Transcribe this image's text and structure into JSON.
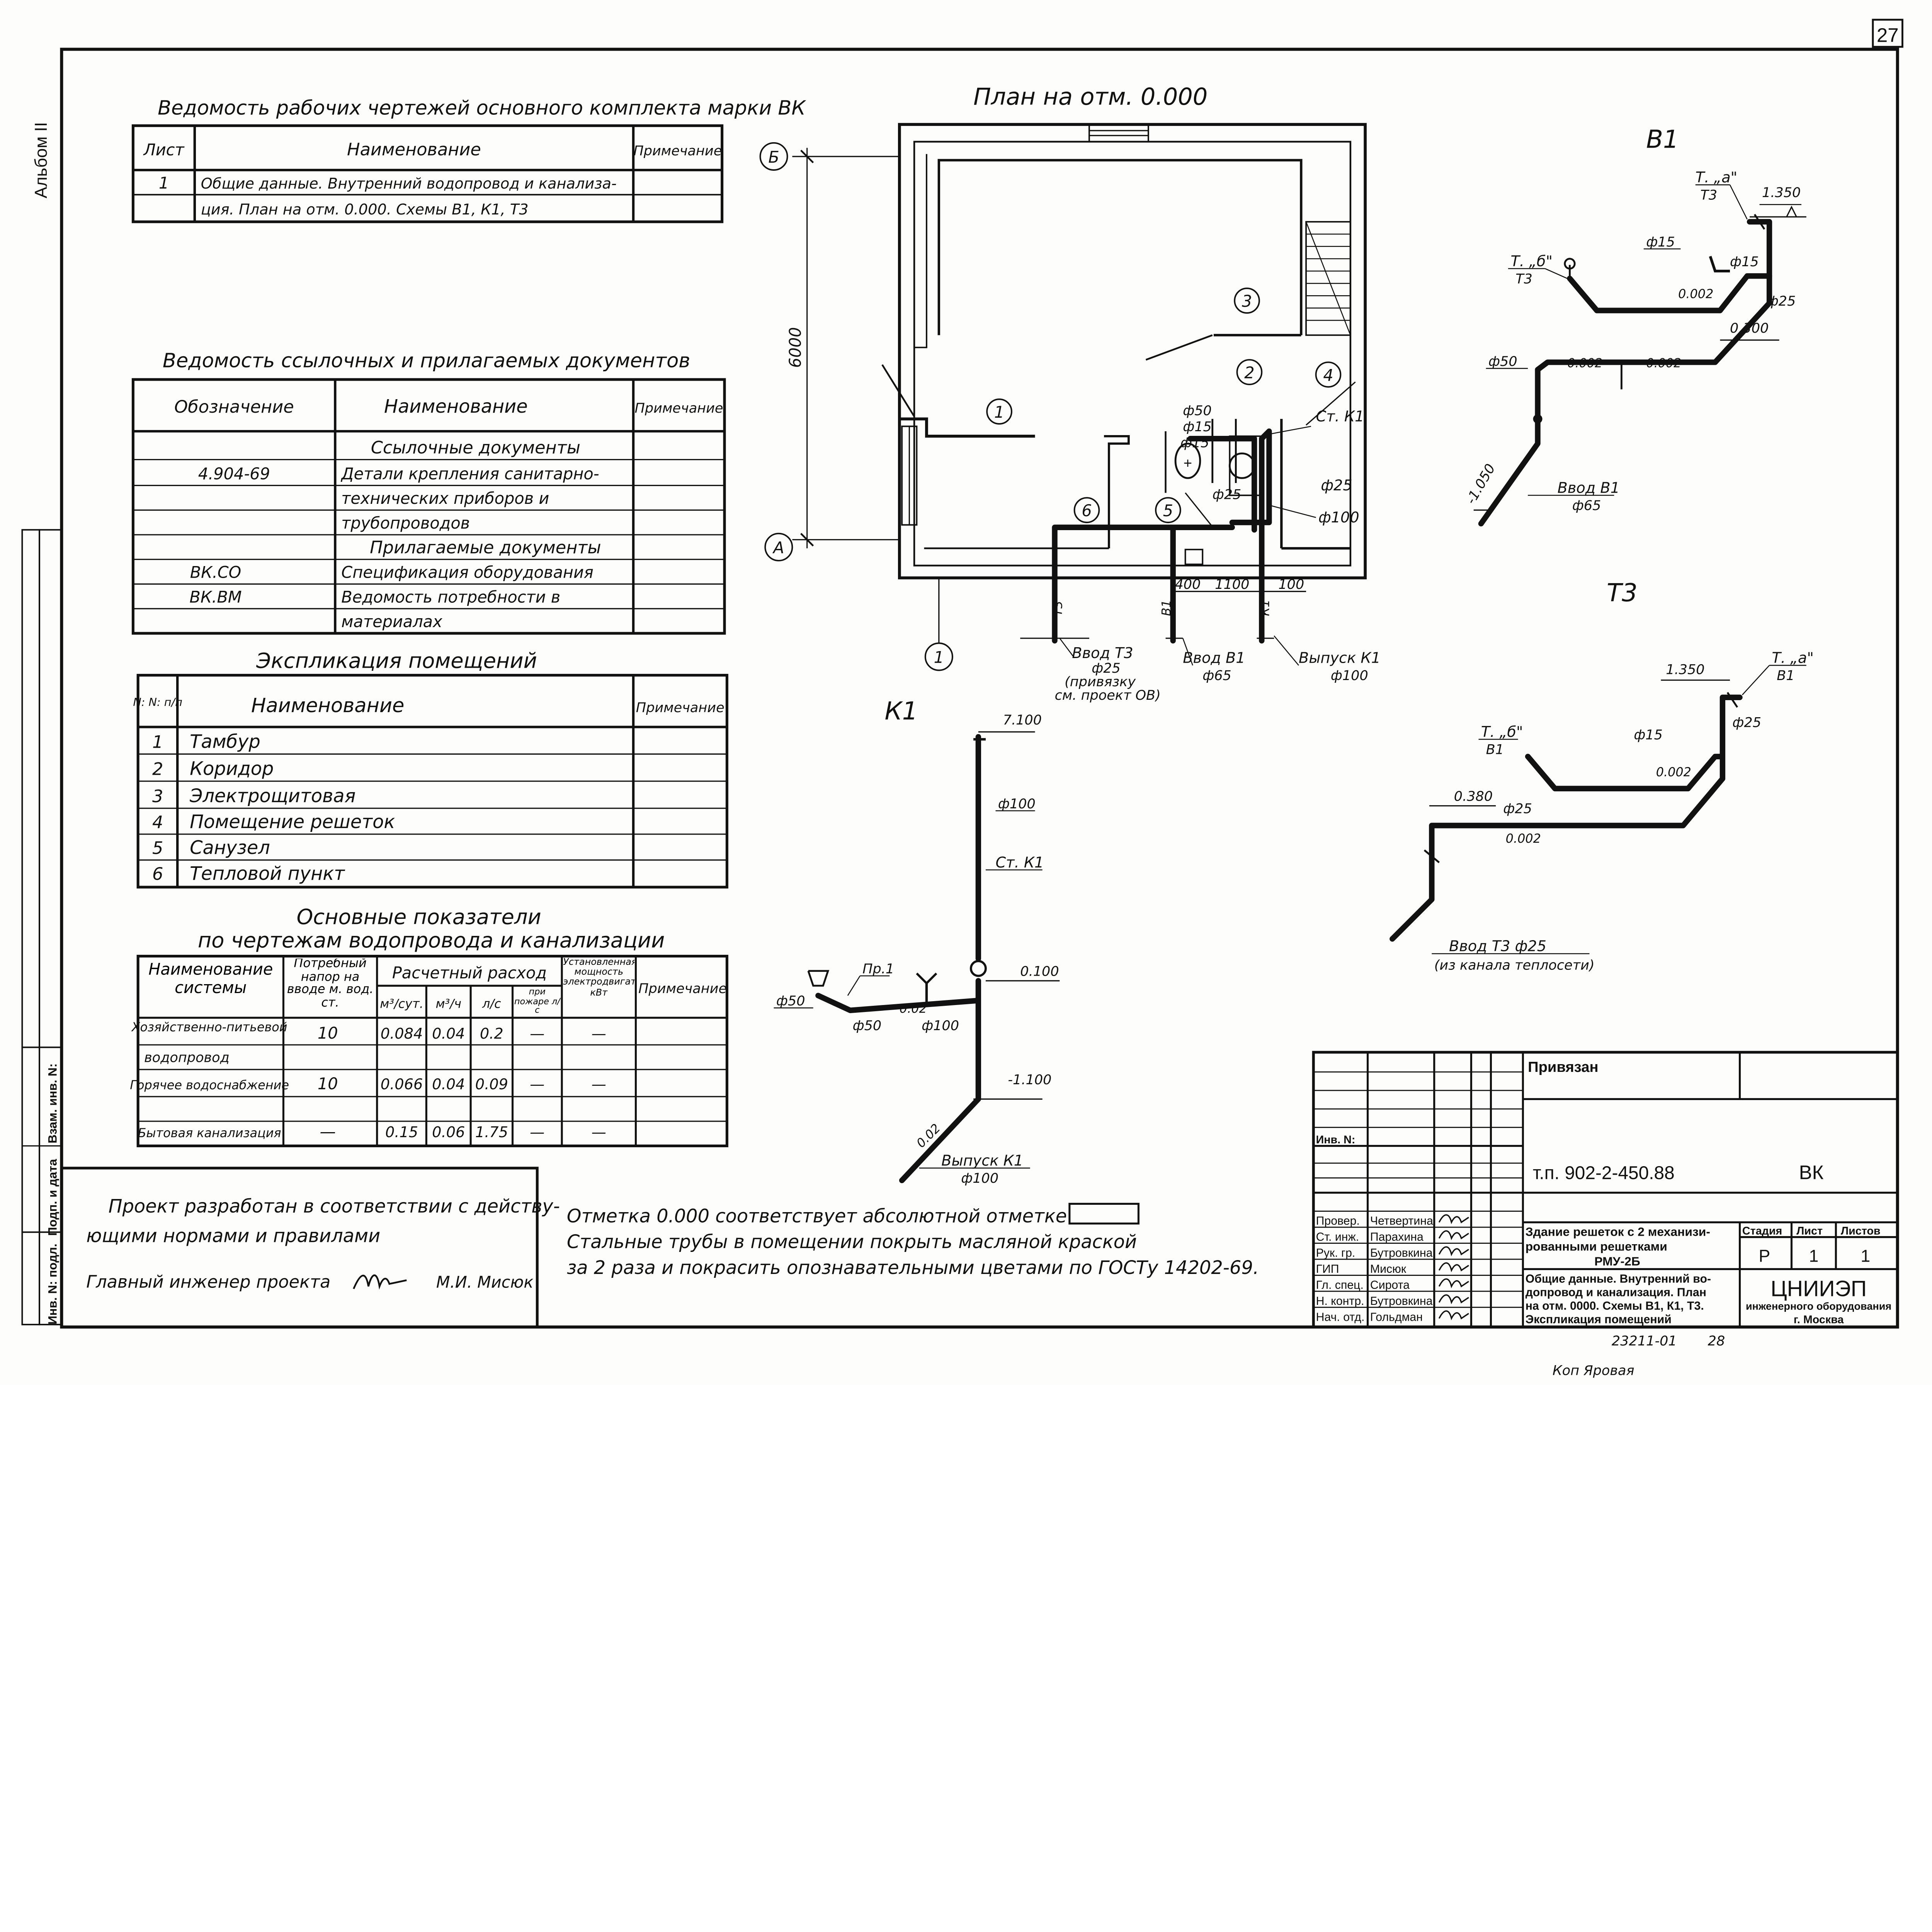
{
  "sheet": {
    "number": "27",
    "album": "Альбом II"
  },
  "drawings_list": {
    "title": "Ведомость рабочих чертежей основного комплекта марки ВК",
    "headers": [
      "Лист",
      "Наименование",
      "Примечание"
    ],
    "rows": [
      [
        "1",
        "Общие данные. Внутренний водопровод и канализа-",
        ""
      ],
      [
        "",
        "ция. План на отм. 0.000. Схемы В1, К1, Т3",
        ""
      ]
    ]
  },
  "references": {
    "title": "Ведомость ссылочных и прилагаемых документов",
    "headers": [
      "Обозначение",
      "Наименование",
      "Примечание"
    ],
    "rows": [
      [
        "",
        "Ссылочные документы",
        ""
      ],
      [
        "4.904-69",
        "Детали крепления санитарно-",
        ""
      ],
      [
        "",
        "технических приборов и",
        ""
      ],
      [
        "",
        "трубопроводов",
        ""
      ],
      [
        "",
        "Прилагаемые документы",
        ""
      ],
      [
        "ВК.СО",
        "Спецификация оборудования",
        ""
      ],
      [
        "ВК.ВМ",
        "Ведомость потребности в",
        ""
      ],
      [
        "",
        "материалах",
        ""
      ]
    ]
  },
  "rooms": {
    "title": "Экспликация помещений",
    "headers": [
      "N: N: п/п",
      "Наименование",
      "Примечание"
    ],
    "rows": [
      [
        "1",
        "Тамбур",
        ""
      ],
      [
        "2",
        "Коридор",
        ""
      ],
      [
        "3",
        "Электрощитовая",
        ""
      ],
      [
        "4",
        "Помещение решеток",
        ""
      ],
      [
        "5",
        "Санузел",
        ""
      ],
      [
        "6",
        "Тепловой пункт",
        ""
      ]
    ]
  },
  "indicators": {
    "title1": "Основные показатели",
    "title2": "по чертежам водопровода и канализации",
    "h_name": "Наименование системы",
    "h_pressure": "Потребный напор на вводе м. вод. ст.",
    "h_flow": "Расчетный расход",
    "h_m3d": "м³/сут.",
    "h_m3h": "м³/ч",
    "h_ls": "л/с",
    "h_fire": "при пожаре л/с",
    "h_power": "Установленная мощность электродвигателей, кВт",
    "h_note": "Примечание",
    "rows": [
      {
        "name1": "Хозяйственно-питьевой",
        "name2": "водопровод",
        "p": "10",
        "m3d": "0.084",
        "m3h": "0.04",
        "ls": "0.2",
        "fire": "—",
        "kw": "—"
      },
      {
        "name1": "Горячее водоснабжение",
        "name2": "",
        "p": "10",
        "m3d": "0.066",
        "m3h": "0.04",
        "ls": "0.09",
        "fire": "—",
        "kw": "—"
      },
      {
        "name1": "Бытовая канализация",
        "name2": "",
        "p": "—",
        "m3d": "0.15",
        "m3h": "0.06",
        "ls": "1.75",
        "fire": "—",
        "kw": "—"
      }
    ]
  },
  "notes_box": {
    "line1": "Проект разработан в соответствии с действу-",
    "line2": "ющими нормами и правилами",
    "engineer_label": "Главный инженер проекта",
    "engineer_name": "М.И. Мисюк"
  },
  "general_notes": {
    "line1": "Отметка 0.000 соответствует абсолютной отметке",
    "line2": "Стальные трубы в помещении покрыть масляной краской",
    "line3": "за 2 раза и покрасить опознавательными цветами по ГОСТу 14202-69."
  },
  "plan": {
    "title": "План на отм. 0.000",
    "axis_b": "Б",
    "axis_a": "А",
    "axis_1": "1",
    "dim_height": "6000",
    "rooms": [
      "1",
      "2",
      "3",
      "4",
      "5",
      "6"
    ],
    "dims": [
      "400",
      "1100",
      "100"
    ],
    "labels": {
      "d50": "ф50",
      "d15a": "ф15",
      "d15b": "ф15",
      "st_k1": "Ст. К1",
      "d25a": "ф25",
      "d25b": "ф25",
      "d100": "ф100",
      "t3": "Т3",
      "b1": "В1",
      "k1": "К1"
    },
    "inlet_t3": "Ввод Т3",
    "inlet_t3_d": "ф25",
    "inlet_t3_note1": "(привязку",
    "inlet_t3_note2": "см. проект ОВ)",
    "inlet_b1": "Ввод В1",
    "inlet_b1_d": "ф65",
    "outlet_k1": "Выпуск К1",
    "outlet_k1_d": "ф100"
  },
  "scheme_b1": {
    "title": "В1",
    "labels": {
      "ta": "Т. „а\"",
      "ta_sub": "Т3",
      "tb": "Т. „б\"",
      "tb_sub": "Т3",
      "elev_top": "1.350",
      "elev_mid": "0.300",
      "elev_bot": "-1.050",
      "d15a": "ф15",
      "d15b": "ф15",
      "d25": "ф25",
      "d50": "ф50",
      "slope1": "0.002",
      "slope2": "0.002",
      "slope3": "0.002",
      "inlet": "Ввод В1",
      "inlet_d": "ф65"
    }
  },
  "scheme_t3": {
    "title": "Т3",
    "labels": {
      "ta": "Т. „а\"",
      "ta_sub": "В1",
      "tb": "Т. „б\"",
      "tb_sub": "В1",
      "elev_top": "1.350",
      "elev_mid": "0.380",
      "d15": "ф15",
      "d25a": "ф25",
      "d25b": "ф25",
      "slope1": "0.002",
      "slope2": "0.002",
      "inlet": "Ввод Т3 ф25",
      "inlet_note": "(из канала теплосети)"
    }
  },
  "scheme_k1": {
    "title": "К1",
    "labels": {
      "elev_top": "7.100",
      "d100a": "ф100",
      "st_k1": "Ст. К1",
      "pr1": "Пр.1",
      "elev_mid": "0.100",
      "d50a": "ф50",
      "d50b": "ф50",
      "slope1": "0.02",
      "d100b": "ф100",
      "elev_bot": "-1.100",
      "slope2": "0.02",
      "outlet": "Выпуск К1",
      "outlet_d": "ф100"
    }
  },
  "title_block": {
    "privyazan": "Привязан",
    "inv": "Инв. N:",
    "code": "т.п. 902-2-450.88",
    "mark": "ВК",
    "roles": [
      [
        "Провер.",
        "Четвертина"
      ],
      [
        "Ст. инж.",
        "Парахина"
      ],
      [
        "Рук. гр.",
        "Бутровкина"
      ],
      [
        "ГИП",
        "Мисюк"
      ],
      [
        "Гл. спец.",
        "Сирота"
      ],
      [
        "Н. контр.",
        "Бутровкина"
      ],
      [
        "Нач. отд.",
        "Гольдман"
      ]
    ],
    "building1": "Здание решеток с 2 механизи-",
    "building2": "рованными решетками",
    "building3": "РМУ-2Б",
    "stage_h": "Стадия",
    "sheet_h": "Лист",
    "sheets_h": "Листов",
    "stage": "Р",
    "sheet": "1",
    "sheets": "1",
    "content1": "Общие данные. Внутренний во-",
    "content2": "допровод и канализация. План",
    "content3": "на отм. 0000. Схемы В1, К1, Т3.",
    "content4": "Экспликация помещений",
    "org1": "ЦНИИЭП",
    "org2": "инженерного оборудования",
    "org3": "г. Москва",
    "archive": "23211-01",
    "archive_sheet": "28",
    "copied": "Коп Яровая"
  },
  "side_stamp": {
    "cell1": "Инв. N: подл.",
    "cell2": "Подп. и дата",
    "cell3": "Взам. инв. N:"
  }
}
